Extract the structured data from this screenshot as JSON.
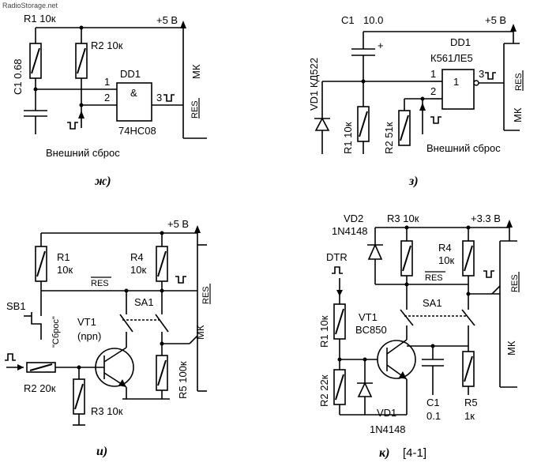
{
  "site": {
    "tag": "RadioStorage.net"
  },
  "fig_zh": {
    "r1": "R1 10к",
    "r2": "R2 10к",
    "c1": "C1 0.68",
    "dd1": "DD1",
    "gate": "&",
    "chip": "74HC08",
    "pin1": "1",
    "pin2": "2",
    "pin3": "3",
    "vcc": "+5 В",
    "mk": "МК",
    "res": "RES",
    "ext": "Внешний сброс",
    "caption": "ж)"
  },
  "fig_z": {
    "c1": "C1",
    "c1v": "10.0",
    "vcc": "+5 В",
    "plus": "+",
    "dd1": "DD1",
    "chip": "К561ЛЕ5",
    "gate": "1",
    "pin1": "1",
    "pin2": "2",
    "pin3": "3",
    "vd1": "VD1 КД522",
    "r1": "R1 10к",
    "r2": "R2 51к",
    "mk": "МК",
    "res": "RES",
    "ext": "Внешний сброс",
    "caption": "з)"
  },
  "fig_i": {
    "vcc": "+5 В",
    "r1": "R1",
    "r1v": "10к",
    "r4": "R4",
    "r4v": "10к",
    "res": "RES",
    "res2": "RES",
    "sb1": "SB1",
    "sbros": "\"Сброс\"",
    "sa1": "SA1",
    "vt1": "VT1",
    "npn": "(npn)",
    "mk": "МК",
    "r5": "R5 100к",
    "r2": "R2 20к",
    "r3": "R3 10к",
    "caption": "и)"
  },
  "fig_k": {
    "vd2": "VD2",
    "vd2p": "1N4148",
    "r3": "R3 10к",
    "vcc": "+3.3 В",
    "dtr": "DTR",
    "r4": "R4",
    "r4v": "10к",
    "res": "RES",
    "res2": "RES",
    "sa1": "SA1",
    "r1": "R1 10к",
    "vt1": "VT1",
    "vt1p": "BC850",
    "mk": "МК",
    "r2": "R2 22к",
    "vd1": "VD1",
    "vd1p": "1N4148",
    "c1": "C1",
    "c1v": "0.1",
    "r5": "R5",
    "r5v": "1к",
    "caption": "к)",
    "ref": "[4-1]"
  }
}
